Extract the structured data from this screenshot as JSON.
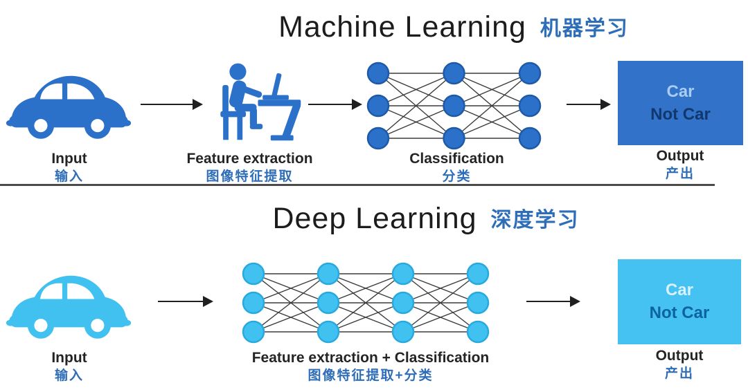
{
  "ml": {
    "title": "Machine Learning",
    "title_zh": "机器学习",
    "input_label": "Input",
    "input_label_zh": "输入",
    "input_icon": "car-icon",
    "feature_label": "Feature extraction",
    "feature_label_zh": "图像特征提取",
    "feature_icon": "person-at-desk-icon",
    "classification_label": "Classification",
    "classification_label_zh": "分类",
    "classification_icon": "neural-network-icon",
    "output_label": "Output",
    "output_label_zh": "产出",
    "output_line1": "Car",
    "output_line2": "Not Car",
    "network": {
      "layers": 3,
      "nodes_per_layer": 3
    }
  },
  "dl": {
    "title": "Deep Learning",
    "title_zh": "深度学习",
    "input_label": "Input",
    "input_label_zh": "输入",
    "input_icon": "car-icon",
    "feature_label": "Feature extraction + Classification",
    "feature_label_zh": "图像特征提取+分类",
    "feature_icon": "neural-network-icon",
    "output_label": "Output",
    "output_label_zh": "产出",
    "output_line1": "Car",
    "output_line2": "Not Car",
    "network": {
      "layers": 4,
      "nodes_per_layer": 3
    }
  },
  "colors": {
    "ml_primary": "#2b70c9",
    "ml_node_border": "#1f5aa8",
    "dl_primary": "#41c1f0",
    "dl_node_border": "#29a9dc",
    "zh_text": "#2e6db8",
    "edge": "#3c3c3c",
    "arrow": "#1f1f1f",
    "ml_box_bg": "#3272c8",
    "ml_box_car": "#a8cdf5",
    "ml_box_notcar": "#10386e",
    "dl_box_bg": "#45c2f2",
    "dl_box_car": "#d9f1fc",
    "dl_box_notcar": "#0d639f",
    "divider": "#4b4b4b"
  }
}
